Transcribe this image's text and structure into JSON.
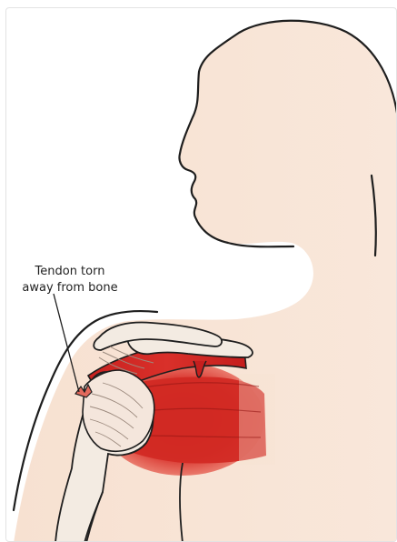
{
  "illustration": {
    "subject": "shoulder-rotator-cuff-tear",
    "colors": {
      "skin": "#f7e1d1",
      "outline": "#1e1e1e",
      "muscle": "#d62a25",
      "muscle_dark": "#9e1513",
      "tendon": "#f4e6dc",
      "bone": "#f3ebe2"
    }
  },
  "callout": {
    "line1": "Tendon torn",
    "line2": "away from bone"
  }
}
